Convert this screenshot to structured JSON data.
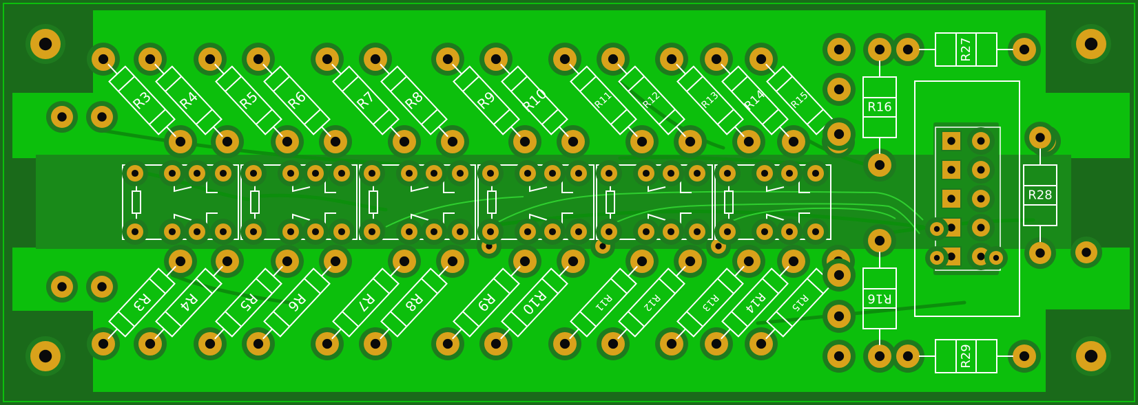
{
  "colors": {
    "board": "#1a6a1a",
    "copper_fill": "#0cbf0c",
    "clearance": "#198a19",
    "pad": "#d9a21b",
    "silkscreen": "#ffffff"
  },
  "top_row_labels": [
    "R3",
    "R4",
    "R5",
    "R6",
    "R7",
    "R8",
    "R9",
    "R10",
    "R11",
    "R12",
    "R13",
    "R14",
    "R15"
  ],
  "bottom_row_labels": [
    "R3",
    "R4",
    "R5",
    "R6",
    "R7",
    "R8",
    "R9",
    "R10",
    "R11",
    "R12",
    "R13",
    "R14",
    "R15"
  ],
  "right_labels": {
    "r16_top": "R16",
    "r16_bottom": "R16",
    "r27": "R27",
    "r28": "R28",
    "r29": "R29"
  },
  "relay_count": 6,
  "header_pins": 10
}
